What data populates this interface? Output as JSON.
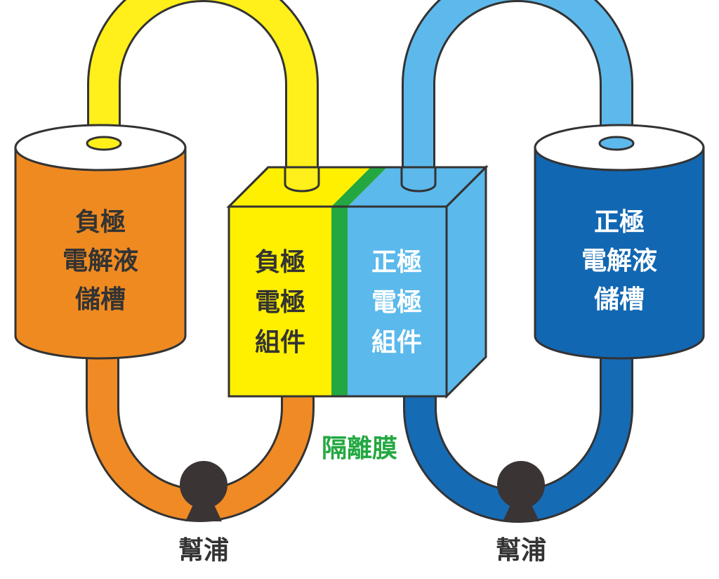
{
  "colors": {
    "outline": "#333333",
    "neg_pipe": "#F08A24",
    "neg_top_pipe": "#FFEF1A",
    "pos_top_pipe": "#5DB9EC",
    "pos_pipe": "#166BB5",
    "neg_tank": "#EF8A21",
    "pos_tank": "#1167B2",
    "neg_cell": "#FFF000",
    "pos_cell": "#5BB9EC",
    "membrane": "#23A841",
    "pump": "#3B3435",
    "white_text": "#FFFFFF",
    "dark_text": "#333333"
  },
  "negative_tank": {
    "line1": "負極",
    "line2": "電解液",
    "line3": "儲槽"
  },
  "positive_tank": {
    "line1": "正極",
    "line2": "電解液",
    "line3": "儲槽"
  },
  "negative_cell": {
    "line1": "負極",
    "line2": "電極",
    "line3": "組件"
  },
  "positive_cell": {
    "line1": "正極",
    "line2": "電極",
    "line3": "組件"
  },
  "membrane_label": "隔離膜",
  "left_pump_label": "幫浦",
  "right_pump_label": "幫浦"
}
